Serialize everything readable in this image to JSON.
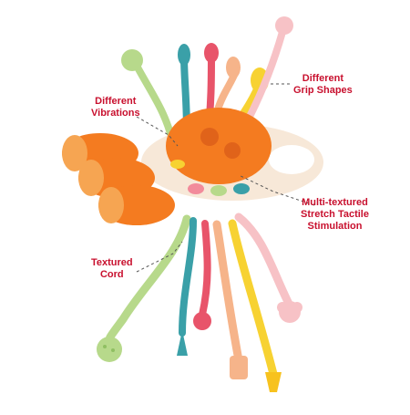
{
  "annotations": {
    "vibrations": {
      "line1": "Different",
      "line2": "Vibrations"
    },
    "grip": {
      "line1": "Different",
      "line2": "Grip Shapes"
    },
    "stretch": {
      "line1": "Multi-textured",
      "line2": "Stretch Tactile",
      "line3": "Stimulation"
    },
    "cord": {
      "line1": "Textured",
      "line2": "Cord"
    }
  },
  "colors": {
    "label": "#c8102e",
    "orange": "#f47b20",
    "orange_dark": "#e0631a",
    "cream": "#f7e8d8",
    "green": "#b7d98b",
    "teal": "#3aa0a8",
    "pink": "#f28b9b",
    "red_pink": "#e8546a",
    "yellow": "#f7d232",
    "peach": "#f6b48a",
    "light_pink": "#f7c2c6"
  }
}
